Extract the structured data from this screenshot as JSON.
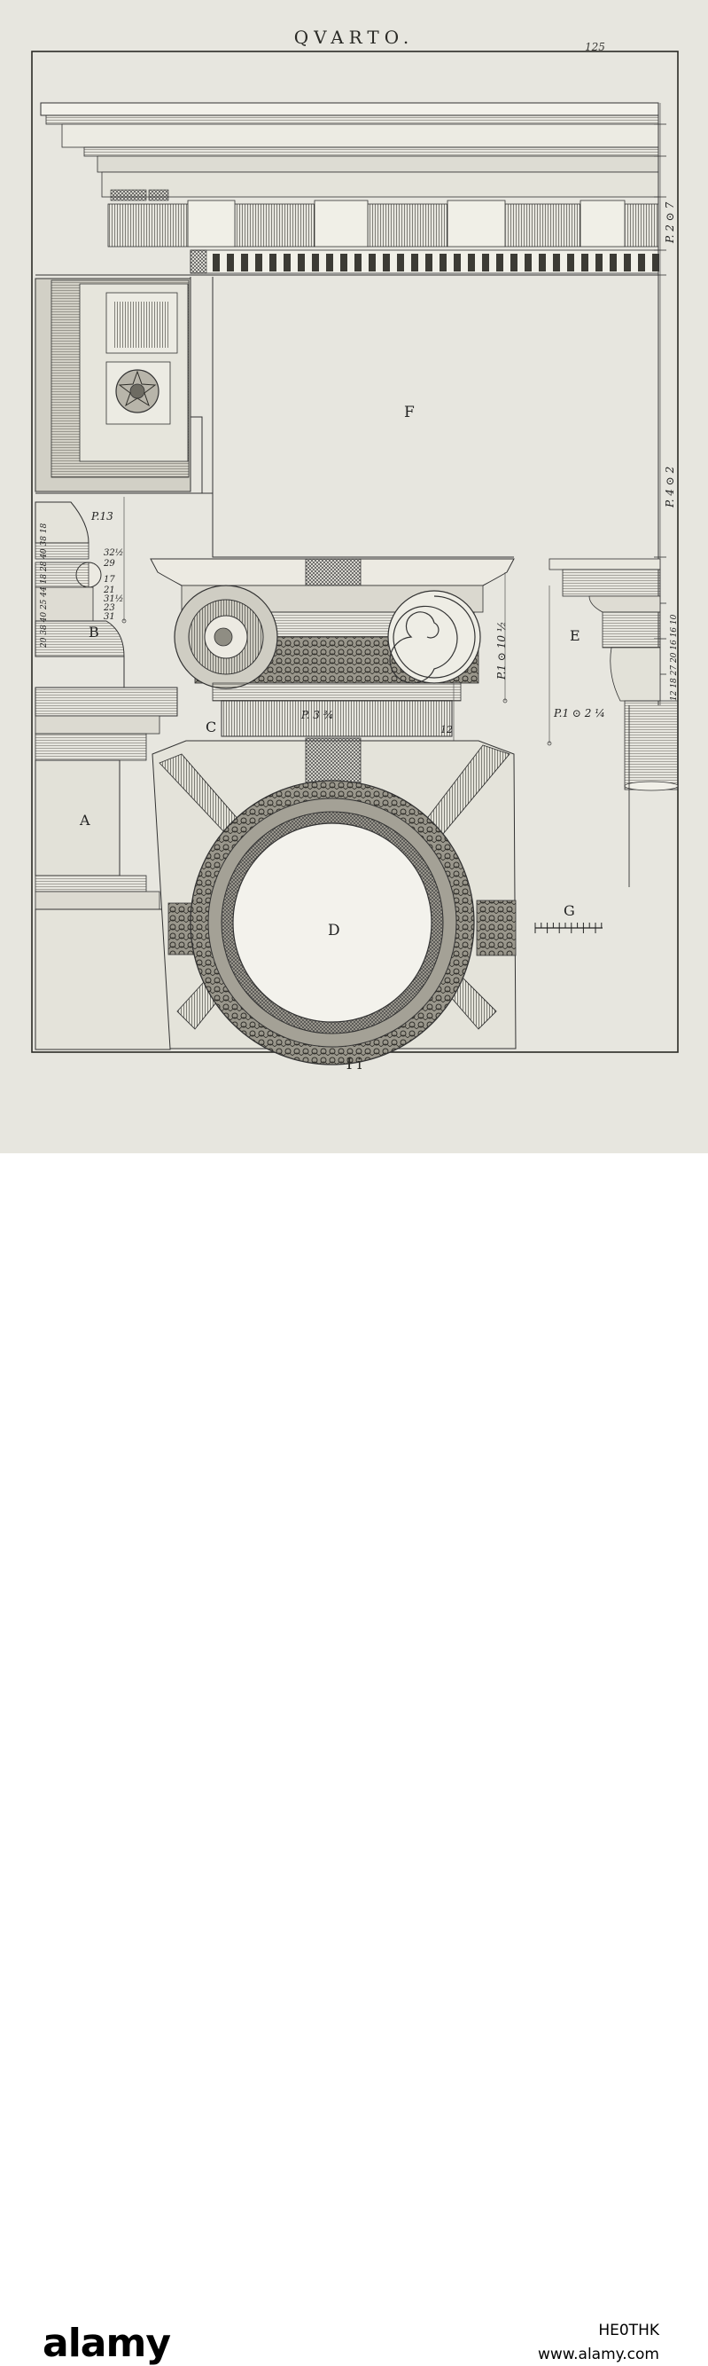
{
  "header": {
    "running_head": "QVARTO.",
    "page_number": "125"
  },
  "plate": {
    "labels": {
      "F": "F",
      "A": "A",
      "B": "B",
      "C": "C",
      "D": "D",
      "E": "E",
      "G": "G"
    },
    "measures": {
      "p13": "P.13",
      "b_stack": [
        "32½",
        "29",
        "17",
        "21",
        "31½",
        "23",
        "31"
      ],
      "b_side": "20 38 40 25 44 18 28 40 38 18",
      "c_width": "P. 3 ¾",
      "c_twelve": "12",
      "c_height": "P.1 ⊙ 10 ½",
      "e_width": "P.1 ⊙ 2 ¼",
      "e_side": "12 18 27 20 16 16 10",
      "right_top": "P. 2 ⊙ 7",
      "right_mid": "P. 4 ⊙ 2"
    }
  },
  "footer": {
    "signature": "I i"
  },
  "watermark": {
    "brand": "alamy",
    "stock_id": "HE0THK",
    "url": "www.alamy.com"
  },
  "colors": {
    "paper": "#e7e6df",
    "ink": "#2a2a26",
    "shade": "#8c8a80"
  }
}
